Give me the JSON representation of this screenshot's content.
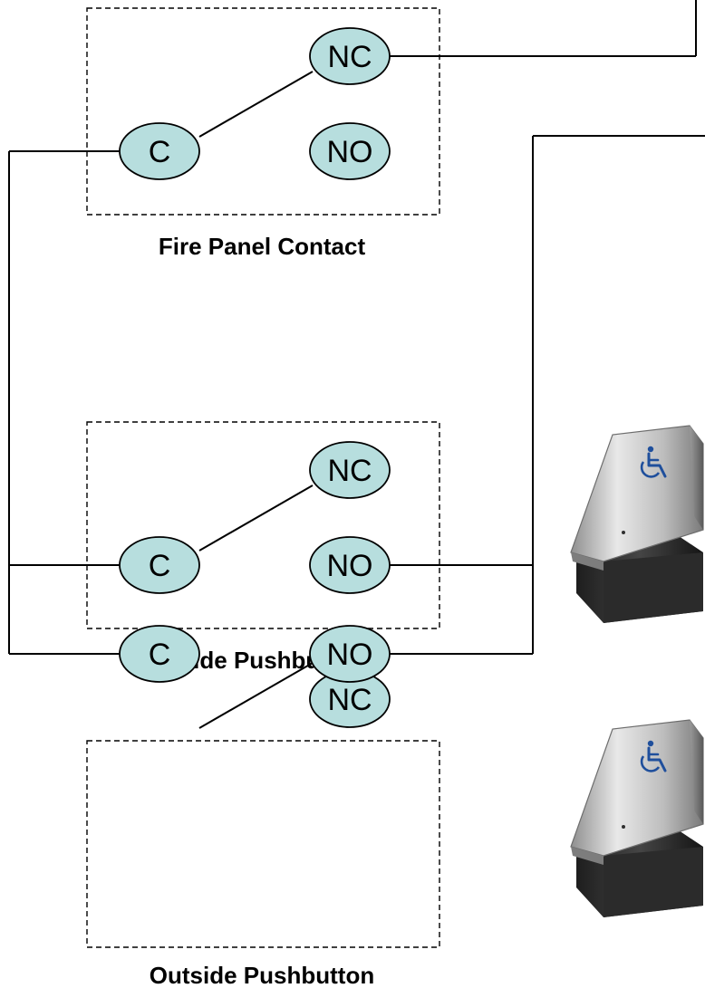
{
  "colors": {
    "terminal_fill": "#b7dede",
    "line": "#000000",
    "button_plate": "#c9c9c9",
    "button_body": "#3a3a3a",
    "wheelchair_symbol": "#1f4f9c"
  },
  "switches": [
    {
      "caption": "Fire Panel Contact",
      "terminals": {
        "common": "C",
        "normally_closed": "NC",
        "normally_open": "NO"
      }
    },
    {
      "caption": "Inside Pushbutton",
      "terminals": {
        "common": "C",
        "normally_closed": "NC",
        "normally_open": "NO"
      }
    },
    {
      "caption": "Outside Pushbutton",
      "terminals": {
        "common": "C",
        "normally_closed": "NC",
        "normally_open": "NO"
      }
    }
  ],
  "device_images": [
    {
      "icon": "wheelchair-pushbutton-icon"
    },
    {
      "icon": "wheelchair-pushbutton-icon"
    }
  ]
}
